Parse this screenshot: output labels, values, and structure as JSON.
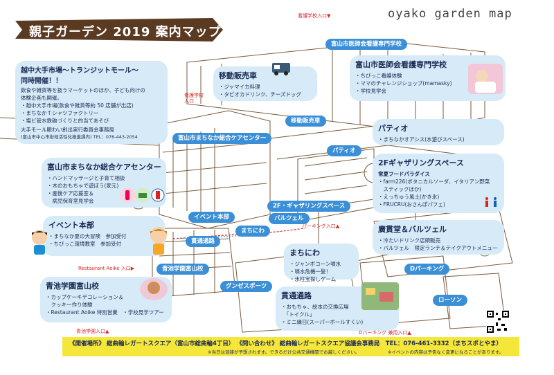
{
  "title": {
    "main": "親子ガーデン 2019 案内マップ",
    "script": "oyako garden map"
  },
  "entrances": {
    "nurse_school_top": "看護学校入口▼",
    "nurse_school_left": "看護学校入口",
    "restaurant": "Restaurant Aoike 入口▶",
    "aoike_school": "青池学園入口▲",
    "d_parking": "Dパーキング 兼用入口▲",
    "parking_small": "パーキング入口▲"
  },
  "map_labels": {
    "nurse_school": "富山市医師会看護専門学校",
    "mobile_shop_top": "移動販売車",
    "mobile_shop_mid": "移動販売車",
    "care_center": "富山市まちなか総合ケアセンター",
    "patio": "パティオ",
    "event_hq": "イベント本部",
    "gathering": "2F・ギャザリングスペース",
    "machiniwa": "まちにわ",
    "baruzuel": "バルツェル",
    "kantsu": "貫通通路",
    "aoike": "青池学園富山校",
    "gunze": "グンゼスポーツ",
    "d_parking": "Dパーキング",
    "lawson": "ローソン"
  },
  "cards": {
    "ecchu": {
      "title1": "越中大手市場〜トランジットモール〜",
      "title2": "同時開催！！",
      "lines": [
        "飲食や雑貨等を扱うマーケットのほか、子ども向けの",
        "体験企画も開催。",
        "・越中大手市場(飲食や雑貨等約 50 店舗が出店)",
        "・まちなかＴシャツファクトリー",
        "・塩ビ管水鉄砲づくりと的当てあそび"
      ],
      "contact1": "大手モール賑わい創出実行委員会事務局",
      "contact2": "(富山市中心市街地活性化推進課内) TEL：076-443-2054"
    },
    "mobile": {
      "title": "移動販売車",
      "items": [
        "・ジャマイカ料理",
        "・タピオカドリンク、チーズドッグ"
      ]
    },
    "nurse": {
      "title": "富山市医師会看護専門学校",
      "items": [
        "・ちびっこ看護体験",
        "・ママのチャレンジショップ(mamasky)",
        "・学校見学会"
      ]
    },
    "patio": {
      "title": "パティオ",
      "items": [
        "・まちなかオアシス(水遊びスペース)"
      ]
    },
    "gathering": {
      "title": "2Fギャザリングスペース",
      "subtitle": "常夏フードパラダイス",
      "items": [
        "・farm226(ボタニカルソーダ、イタリアン野菜",
        "　スティックほか)",
        "・えっちゅう風土(かき氷)",
        "・FRUCRU(おさんぽパフェ)"
      ]
    },
    "care": {
      "title": "富山市まちなか総合ケアセンター",
      "items": [
        "・ハンドマッサージと子育て相談",
        "・木のおもちゃで遊ぼう(家元)",
        "・産後ケア応援室＆",
        "　病児保育室見学会"
      ]
    },
    "event": {
      "title": "イベント本部",
      "items": [
        "・まちなか夏の大冒険　参加受付",
        "・ちびっこ環境教室　参加受付"
      ]
    },
    "kogaido": {
      "title": "廣貫堂＆バルツェル",
      "items": [
        "・冷たいドリンク店頭販売",
        "・バルツェル　限定ランチ＆テイクアウトメニュー"
      ]
    },
    "machiniwa": {
      "title": "まちにわ",
      "items": [
        "・ジャンボコーン噴水",
        "・噴水危機一髪！",
        "・氷柱宝探しゲーム"
      ]
    },
    "aoike": {
      "title": "青池学園富山校",
      "items": [
        "・カップケーキデコレーション＆",
        "　クッキー作り体験",
        "・Restaurant Aoike 特別営業　・学校見学ツアー"
      ]
    },
    "kantsu": {
      "title": "貫通通路",
      "items": [
        "・おもちゃ、絵本の交換広場",
        "　「トイクル」",
        "・ミニ縁日(スーパーボールすくい)"
      ]
    }
  },
  "footer": {
    "main": "《開催場所》 総曲輪レガートスクエア（富山市総曲輪4丁目） 《問い合わせ》 総曲輪レガートスクエア協議会事務局　TEL：076-461-3332（まちスポとやま）",
    "note1": "※当日は混雑が予想されます。できるだけ公共交通機関でお越しください。",
    "note2": "※イベントの内容は予告なく変更になることがあります。"
  },
  "colors": {
    "card_bg": "#d6ebf7",
    "tag_bg": "#3a8fd6",
    "title_banner": "#5b3a22",
    "footer_bg": "#f5e63a",
    "text_dark": "#1a2a55",
    "entrance_red": "#d22"
  }
}
